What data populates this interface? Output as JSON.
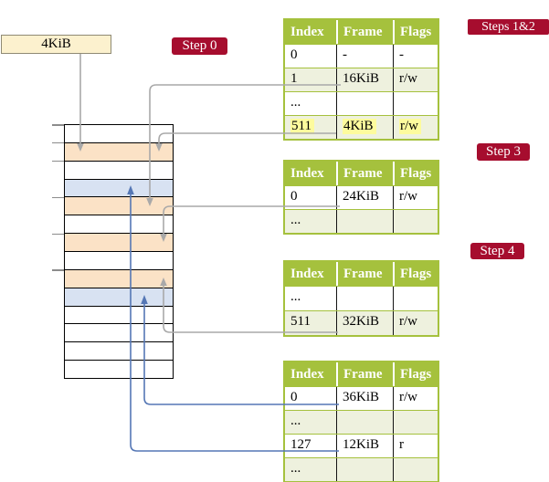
{
  "frame_box": {
    "label": "4KiB"
  },
  "step_badges": {
    "step0": "Step 0",
    "steps12": "Steps 1&2",
    "step3": "Step 3",
    "step4": "Step 4"
  },
  "memory": {
    "row_colors": [
      "white",
      "orange",
      "white",
      "blue",
      "orange",
      "white",
      "orange",
      "white",
      "orange",
      "blue",
      "white",
      "white",
      "white",
      "white"
    ],
    "tick_rows": [
      0,
      1,
      2,
      4,
      6,
      8
    ]
  },
  "tables": [
    {
      "name": "page-table-steps-1-2",
      "headers": [
        "Index",
        "Frame",
        "Flags"
      ],
      "rows": [
        {
          "index": "0",
          "frame": "-",
          "flags": "-"
        },
        {
          "index": "1",
          "frame": "16KiB",
          "flags": "r/w"
        },
        {
          "index": "...",
          "frame": "",
          "flags": ""
        },
        {
          "index": "511",
          "frame": "4KiB",
          "flags": "r/w"
        }
      ],
      "highlighted_row": 3
    },
    {
      "name": "page-table-step-3",
      "headers": [
        "Index",
        "Frame",
        "Flags"
      ],
      "rows": [
        {
          "index": "0",
          "frame": "24KiB",
          "flags": "r/w"
        },
        {
          "index": "...",
          "frame": "",
          "flags": ""
        }
      ]
    },
    {
      "name": "page-table-step-4",
      "headers": [
        "Index",
        "Frame",
        "Flags"
      ],
      "rows": [
        {
          "index": "...",
          "frame": "",
          "flags": ""
        },
        {
          "index": "511",
          "frame": "32KiB",
          "flags": "r/w"
        }
      ]
    },
    {
      "name": "page-table-final",
      "headers": [
        "Index",
        "Frame",
        "Flags"
      ],
      "rows": [
        {
          "index": "0",
          "frame": "36KiB",
          "flags": "r/w"
        },
        {
          "index": "...",
          "frame": "",
          "flags": ""
        },
        {
          "index": "127",
          "frame": "12KiB",
          "flags": "r"
        },
        {
          "index": "...",
          "frame": "",
          "flags": ""
        }
      ]
    }
  ],
  "arrows": [
    {
      "name": "root-frame-to-memory",
      "color": "gray",
      "from": "4KiB box",
      "to": "orange memory row 2"
    },
    {
      "name": "entry-511-4kib-to-memory",
      "color": "gray",
      "from": "table steps-1-2 row 511",
      "to": "orange memory row 2"
    },
    {
      "name": "entry-1-16kib-to-memory",
      "color": "gray",
      "from": "table steps-1-2 row 1",
      "to": "orange memory row 5"
    },
    {
      "name": "entry-0-24kib-to-memory",
      "color": "gray",
      "from": "table step-3 row 0",
      "to": "orange memory row 7"
    },
    {
      "name": "entry-511-32kib-to-memory",
      "color": "gray",
      "from": "table step-4 row 511",
      "to": "orange memory row 9"
    },
    {
      "name": "entry-0-36kib-to-memory",
      "color": "blue",
      "from": "final table row 0",
      "to": "blue memory row 10"
    },
    {
      "name": "entry-127-12kib-to-memory",
      "color": "blue",
      "from": "final table row 127",
      "to": "blue memory row 4"
    }
  ],
  "colors": {
    "table_header": "#a5c13d",
    "table_alt_row": "#eef1de",
    "highlight": "#fdfb9d",
    "memory_orange": "#fbe2c6",
    "memory_blue": "#d8e2f2",
    "badge_red": "#a60d2e",
    "frame_box_fill": "#fcf1ce",
    "arrow_gray": "#a9a9a9",
    "arrow_blue": "#5577b5"
  }
}
